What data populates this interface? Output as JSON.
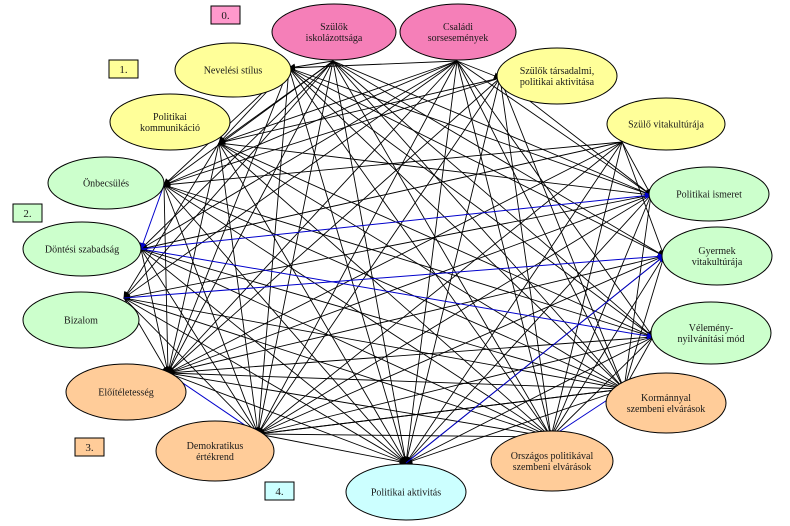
{
  "colors": {
    "level0": "#f57fb8",
    "level1": "#ffff99",
    "level2": "#ccffcc",
    "level3": "#ffcc99",
    "level4": "#ccffff",
    "edge": "#000000",
    "edge_highlight": "#0000cc",
    "level_box_0": "#ff99cc",
    "level_box_1": "#ffff99",
    "level_box_2": "#ccffcc",
    "level_box_3": "#ffcc99",
    "level_box_4": "#ccffff"
  },
  "levels": [
    "0.",
    "1.",
    "2.",
    "3.",
    "4."
  ],
  "nodes": [
    {
      "id": "szulok_iskolazottsaga",
      "level": 0,
      "lines": [
        "Szülők",
        "iskolázottsága"
      ]
    },
    {
      "id": "csaladi_sorsesemenyek",
      "level": 0,
      "lines": [
        "Családi",
        "sorsesemények"
      ]
    },
    {
      "id": "nevelesi_stilus",
      "level": 1,
      "lines": [
        "Nevelési stílus"
      ]
    },
    {
      "id": "szulok_tarsadalmi",
      "level": 1,
      "lines": [
        "Szülők társadalmi,",
        "politikai aktivitása"
      ]
    },
    {
      "id": "politikai_kommunikacio",
      "level": 1,
      "lines": [
        "Politikai",
        "kommunikáció"
      ]
    },
    {
      "id": "szulo_vitakulturaja",
      "level": 1,
      "lines": [
        "Szülő vitakultúrája"
      ]
    },
    {
      "id": "onbecsules",
      "level": 2,
      "lines": [
        "Önbecsülés"
      ]
    },
    {
      "id": "politikai_ismeret",
      "level": 2,
      "lines": [
        "Politikai ismeret"
      ]
    },
    {
      "id": "dontesi_szabadsag",
      "level": 2,
      "lines": [
        "Döntési szabadság"
      ]
    },
    {
      "id": "gyermek_vitakulturaja",
      "level": 2,
      "lines": [
        "Gyermek",
        "vitakultúrája"
      ]
    },
    {
      "id": "bizalom",
      "level": 2,
      "lines": [
        "Bizalom"
      ]
    },
    {
      "id": "velemenynyilvanitasi_mod",
      "level": 2,
      "lines": [
        "Vélemény-",
        "nyilvánítási mód"
      ]
    },
    {
      "id": "eloiteletesseg",
      "level": 3,
      "lines": [
        "Előítéletesség"
      ]
    },
    {
      "id": "kormannyal_elvarasok",
      "level": 3,
      "lines": [
        "Kormánnyal",
        "szembeni elvárások"
      ]
    },
    {
      "id": "demokratikus_ertekrend",
      "level": 3,
      "lines": [
        "Demokratikus",
        "értékrend"
      ]
    },
    {
      "id": "orszagos_politikaval",
      "level": 3,
      "lines": [
        "Országos politikával",
        "szembeni elvárások"
      ]
    },
    {
      "id": "politikai_aktivitas",
      "level": 4,
      "lines": [
        "Politikai aktivitás"
      ]
    }
  ]
}
